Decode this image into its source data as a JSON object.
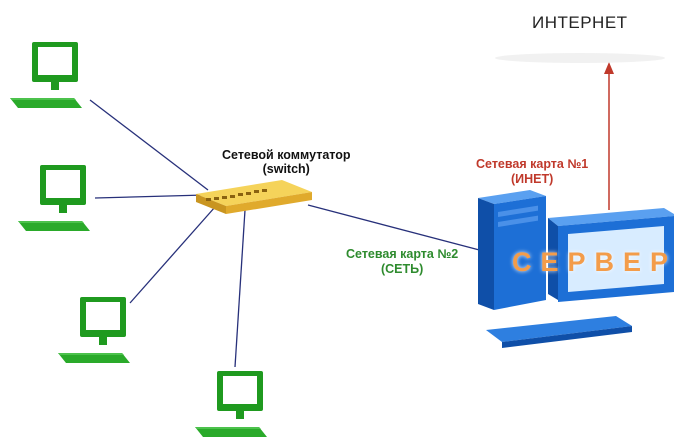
{
  "labels": {
    "internet": "ИНТЕРНЕТ",
    "switch_line1": "Сетевой коммутатор",
    "switch_line2": "(switch)",
    "nic1_line1": "Сетевая карта №1",
    "nic1_line2": "(ИНЕТ)",
    "nic2_line1": "Сетевая карта №2",
    "nic2_line2": "(СЕТЬ)",
    "server": "СЕРВЕР"
  },
  "colors": {
    "pc_green": "#1f9a1f",
    "pc_screen": "#ffffff",
    "link_blue": "#27307a",
    "internet_link": "#c0392b",
    "switch_body": "#e8b830",
    "server_blue": "#1d6fd6",
    "server_text": "#f39c4a",
    "nic1_text": "#c0392b",
    "nic2_text": "#2e8b2e"
  },
  "icons": {
    "workstation": "desktop-computer-icon",
    "switch": "network-switch-icon",
    "server": "server-computer-icon"
  }
}
